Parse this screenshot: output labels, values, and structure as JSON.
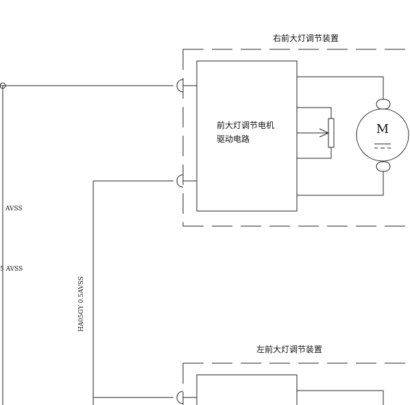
{
  "title_right_unit": "右前大灯调节装置",
  "title_left_unit": "左前大灯调节装置",
  "driver_box": {
    "line1": "前大灯调节电机",
    "line2": "驱动电路"
  },
  "motor_symbol": "M",
  "wire_labels": {
    "left_a": "AVSS",
    "left_b": "5 AVSS",
    "vertical": "HA05GY 0.5AVSS"
  }
}
